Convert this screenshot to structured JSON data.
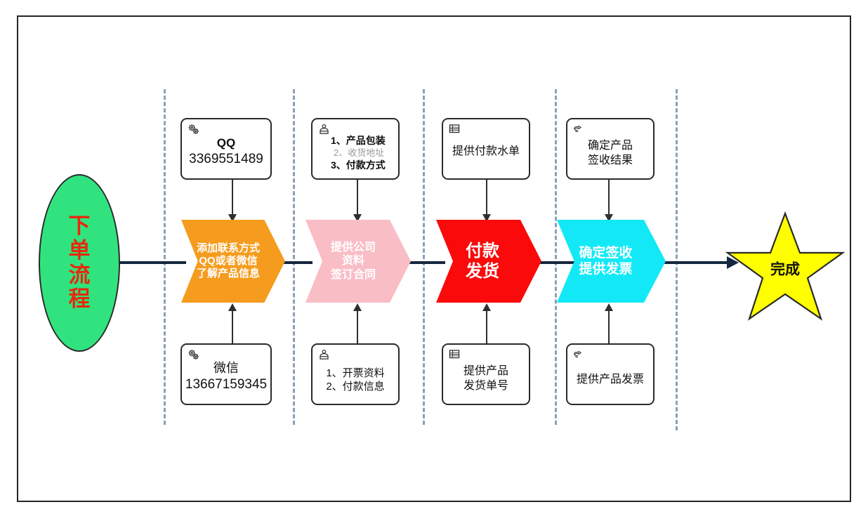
{
  "diagram": {
    "title": "下单流程",
    "start": {
      "label": "下单流程",
      "color": "#31e37e",
      "text_color": "#e8280c"
    },
    "finish": {
      "label": "完成",
      "color": "#ffff00",
      "text_color": "#101010"
    },
    "stages": [
      {
        "id": "stage-1",
        "color": "#f59c1e",
        "lines": [
          "添加联系方式",
          "QQ或者微信",
          "了解产品信息"
        ],
        "top_note": {
          "icon": "gears-icon",
          "lines": [
            {
              "text": "QQ",
              "style": "bold"
            },
            {
              "text": "3369551489",
              "style": "normal"
            }
          ]
        },
        "bottom_note": {
          "icon": "gears-icon",
          "lines": [
            {
              "text": "微信",
              "style": "normal"
            },
            {
              "text": "13667159345",
              "style": "normal"
            }
          ]
        }
      },
      {
        "id": "stage-2",
        "color": "#f9bdc6",
        "lines": [
          "提供公司",
          "资料",
          "签订合同"
        ],
        "top_note": {
          "icon": "person-package-icon",
          "lines": [
            {
              "text": "1、产品包装",
              "style": "bold"
            },
            {
              "text": "2、收货地址",
              "style": "gray"
            },
            {
              "text": "3、付款方式",
              "style": "bold"
            }
          ]
        },
        "bottom_note": {
          "icon": "person-package-icon",
          "lines": [
            {
              "text": "1、开票资料",
              "style": "normal"
            },
            {
              "text": "2、付款信息",
              "style": "normal"
            }
          ]
        }
      },
      {
        "id": "stage-3",
        "color": "#fa0a0a",
        "lines": [
          "付款",
          "发货"
        ],
        "top_note": {
          "icon": "list-table-icon",
          "lines": [
            {
              "text": "提供付款水单",
              "style": "normal"
            }
          ]
        },
        "bottom_note": {
          "icon": "list-table-icon",
          "lines": [
            {
              "text": "提供产品",
              "style": "normal"
            },
            {
              "text": "发货单号",
              "style": "normal"
            }
          ]
        }
      },
      {
        "id": "stage-4",
        "color": "#13e9f6",
        "lines": [
          "确定签收",
          "提供发票"
        ],
        "top_note": {
          "icon": "pointing-hand-icon",
          "lines": [
            {
              "text": "确定产品",
              "style": "normal"
            },
            {
              "text": "签收结果",
              "style": "normal"
            }
          ]
        },
        "bottom_note": {
          "icon": "pointing-hand-icon",
          "lines": [
            {
              "text": "提供产品发票",
              "style": "normal"
            }
          ]
        }
      }
    ],
    "colors": {
      "connector": "#15273f",
      "divider": "#8aa0b8",
      "frame": "#262626"
    }
  }
}
